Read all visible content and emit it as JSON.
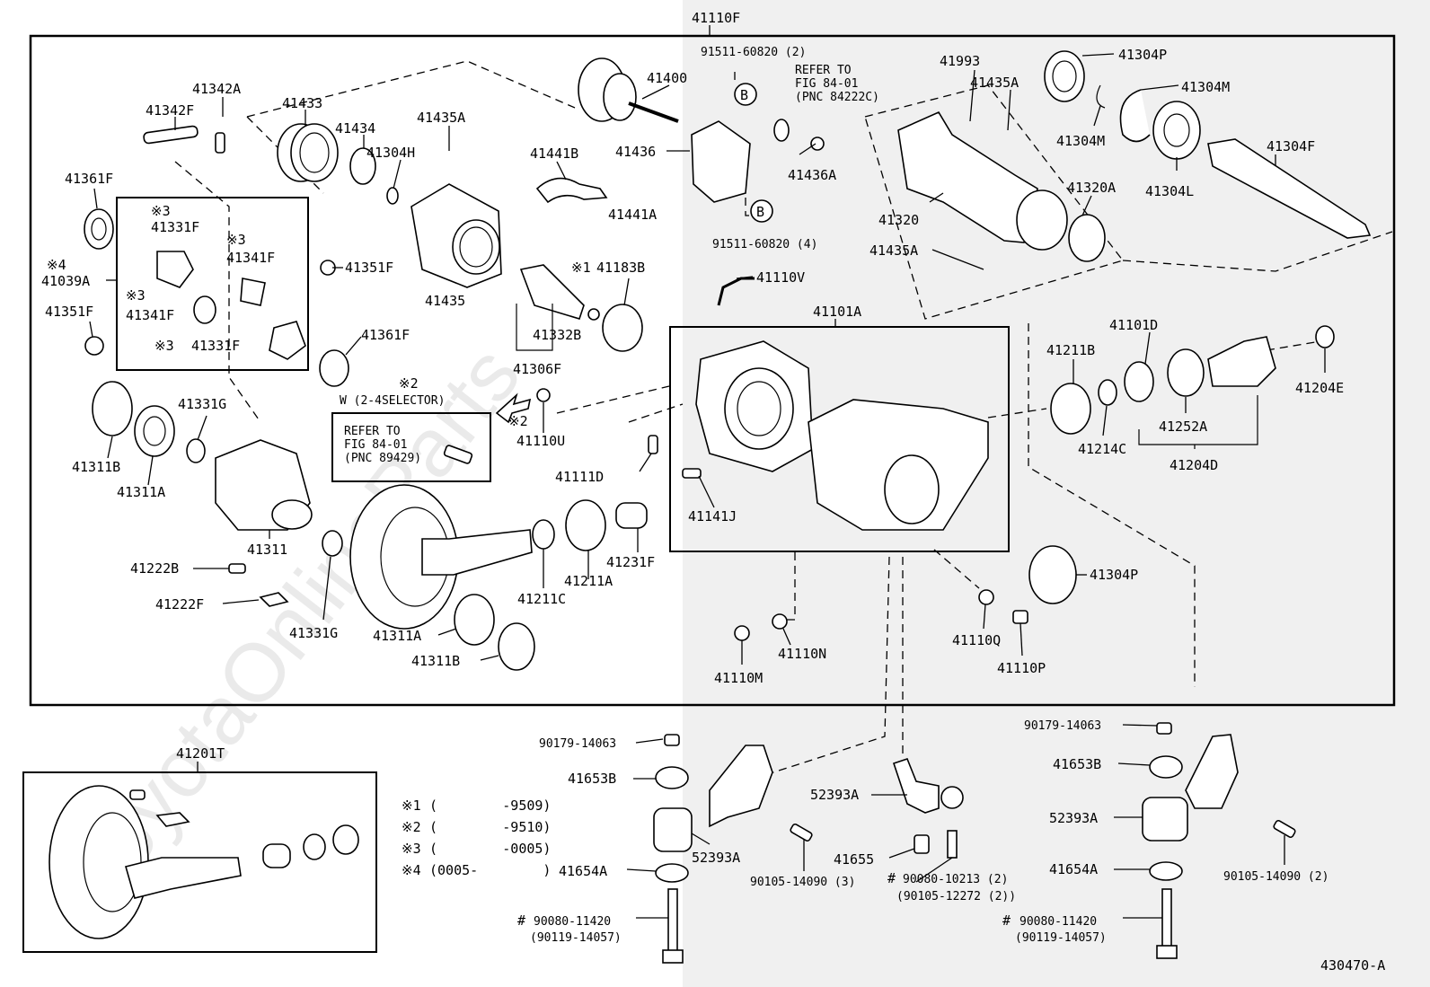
{
  "watermark": "ToyotaOnlineParts",
  "diagram_code": "430470-A",
  "assembly_label": "41110F",
  "gear_set_label": "41201T",
  "labels": {
    "l41342A": "41342A",
    "l41342F": "41342F",
    "l41433": "41433",
    "l41434": "41434",
    "l41304H": "41304H",
    "l41435A_1": "41435A",
    "l41441B": "41441B",
    "l41400": "41400",
    "l91511_2": "91511-60820 (2)",
    "l41436": "41436",
    "l41436A": "41436A",
    "l91511_4": "91511-60820 (4)",
    "l41441A": "41441A",
    "l41993": "41993",
    "l41435A_2": "41435A",
    "l41304P_1": "41304P",
    "l41304M_1": "41304M",
    "l41304M_2": "41304M",
    "l41304L": "41304L",
    "l41304F": "41304F",
    "l41320": "41320",
    "l41320A": "41320A",
    "l41435A_3": "41435A",
    "l41361F_1": "41361F",
    "l41331F_1": "41331F",
    "l41341F_1": "41341F",
    "l41039A": "41039A",
    "l41341F_2": "41341F",
    "l41351F_1": "41351F",
    "l41331F_2": "41331F",
    "l41351F_2": "41351F",
    "l41435": "41435",
    "l41183B": "41183B",
    "l41110V": "41110V",
    "l41332B": "41332B",
    "l41306F": "41306F",
    "l41361F_2": "41361F",
    "l41101A": "41101A",
    "l41211B": "41211B",
    "l41101D": "41101D",
    "l41204E": "41204E",
    "l41214C": "41214C",
    "l41252A": "41252A",
    "l41204D": "41204D",
    "l41331G_1": "41331G",
    "l41311B_1": "41311B",
    "l41311A_1": "41311A",
    "l41311": "41311",
    "l41110U": "41110U",
    "l41111D": "41111D",
    "l41141J": "41141J",
    "l41222B": "41222B",
    "l41222F": "41222F",
    "l41231F": "41231F",
    "l41211A": "41211A",
    "l41211C": "41211C",
    "l41331G_2": "41331G",
    "l41311A_2": "41311A",
    "l41311B_2": "41311B",
    "l41304P_2": "41304P",
    "l41110N": "41110N",
    "l41110Q": "41110Q",
    "l41110P": "41110P",
    "l41110M": "41110M",
    "l90179_1": "90179-14063",
    "l41653B_1": "41653B",
    "l52393A_1": "52393A",
    "l41654A_1": "41654A",
    "l90080_11420_1": "90080-11420",
    "l90119_1": "(90119-14057)",
    "l90105_3": "90105-14090 (3)",
    "l52393A_2": "52393A",
    "l41655": "41655",
    "l90080_10213": "90080-10213 (2)",
    "l90105_12272": "(90105-12272 (2))",
    "l90179_2": "90179-14063",
    "l41653B_2": "41653B",
    "l52393A_3": "52393A",
    "l41654A_2": "41654A",
    "l90105_2": "90105-14090 (2)",
    "l90080_11420_2": "90080-11420",
    "l90119_2": "(90119-14057)",
    "m3a": "※3",
    "m3b": "※3",
    "m3c": "※3",
    "m3d": "※3",
    "m4": "※4",
    "m1": "※1",
    "m2a": "※2",
    "m2b": "※2",
    "hashA": "#",
    "hashB": "#",
    "hashC": "#",
    "bA": "B",
    "bB": "B",
    "selector_label": "W (2-4SELECTOR)"
  },
  "refer_notes": [
    {
      "line1": "REFER TO",
      "line2": "FIG 84-01",
      "line3": "(PNC 84222C)"
    },
    {
      "line1": "REFER TO",
      "line2": "FIG 84-01",
      "line3": "(PNC 89429)"
    }
  ],
  "footnotes": [
    {
      "mark": "※1",
      "range": "(        -9509)"
    },
    {
      "mark": "※2",
      "range": "(        -9510)"
    },
    {
      "mark": "※3",
      "range": "(        -0005)"
    },
    {
      "mark": "※4",
      "range": "(0005-        )"
    }
  ]
}
